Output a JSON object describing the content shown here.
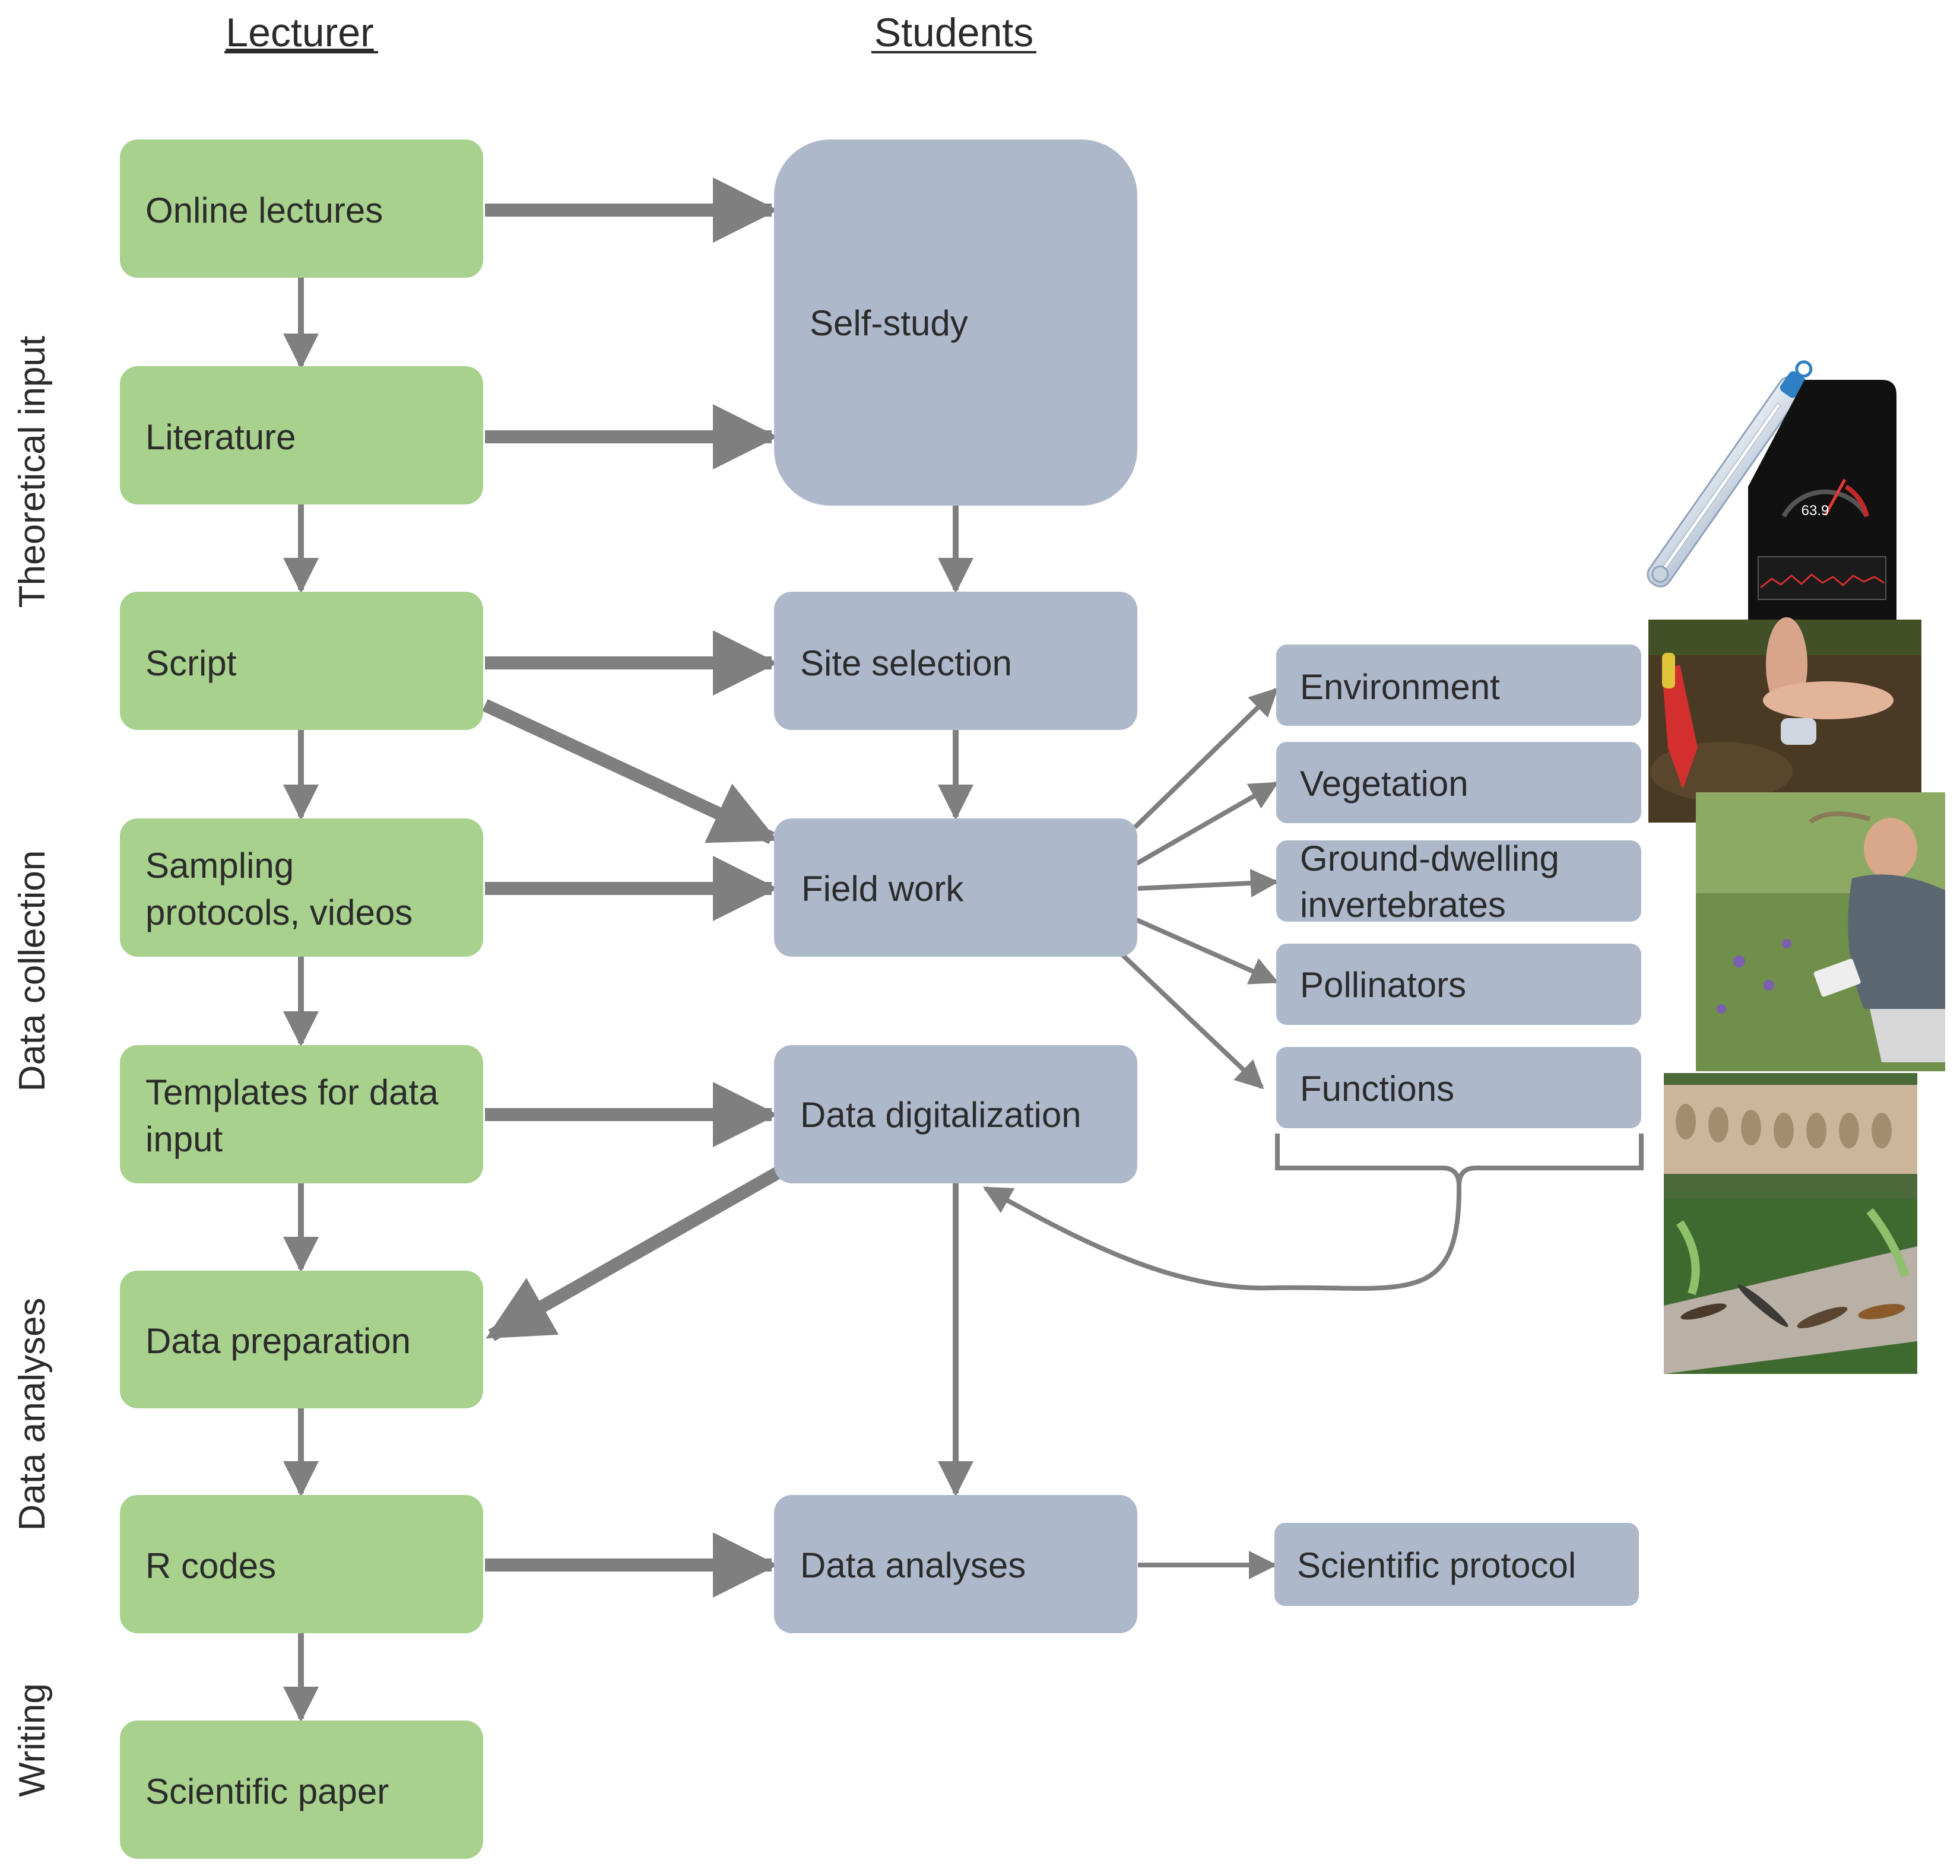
{
  "headers": {
    "lecturer": "Lecturer",
    "students": "Students"
  },
  "phases": {
    "theoretical": "Theoretical input",
    "collection": "Data collection",
    "analyses": "Data analyses",
    "writing": "Writing"
  },
  "lecturer_steps": {
    "online_lectures": "Online lectures",
    "literature": "Literature",
    "script": "Script",
    "sampling_line1": "Sampling",
    "sampling_line2": "protocols, videos",
    "templates_line1": "Templates for data",
    "templates_line2": "input",
    "data_preparation": "Data preparation",
    "r_codes": "R codes",
    "scientific_paper": "Scientific paper"
  },
  "student_steps": {
    "self_study": "Self-study",
    "site_selection": "Site selection",
    "field_work": "Field work",
    "data_digitalization": "Data digitalization",
    "data_analyses": "Data analyses"
  },
  "fieldwork_topics": {
    "environment": "Environment",
    "vegetation": "Vegetation",
    "ground_line1": "Ground-dwelling",
    "ground_line2": "invertebrates",
    "pollinators": "Pollinators",
    "functions": "Functions"
  },
  "output": {
    "scientific_protocol": "Scientific protocol"
  },
  "photo_readout": {
    "sound_level": "63.9"
  },
  "colors": {
    "lecturer_box": "#a8d18d",
    "student_box": "#adb9ca",
    "arrow": "#7f7f7f",
    "text": "#2b2b2b"
  }
}
